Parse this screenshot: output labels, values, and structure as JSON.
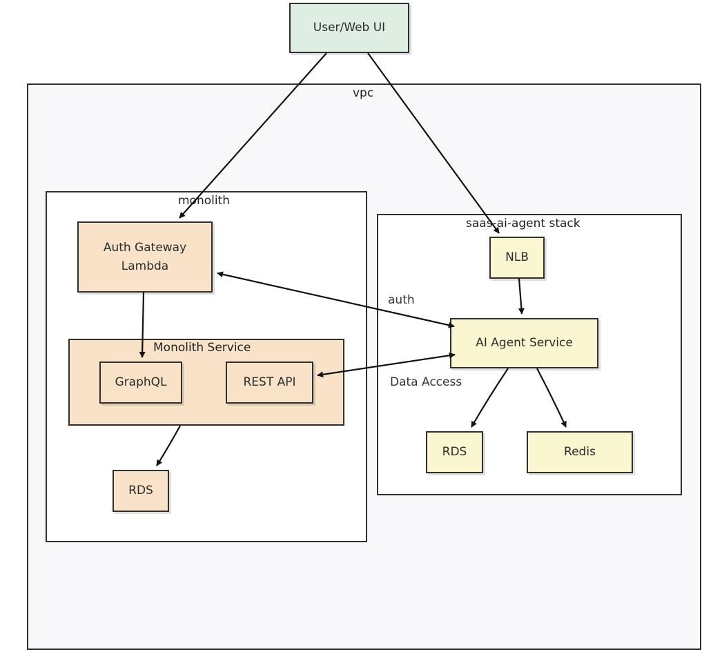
{
  "colors": {
    "vpc_fill": "#f8f8fb",
    "monolith_fill": "#f8e3c9",
    "agent_fill": "#faf6d0",
    "user_fill": "#dfeee2",
    "stroke": "#2f2f2f"
  },
  "clusters": {
    "vpc": "vpc",
    "monolith": "monolith",
    "saas_stack": "saas-ai-agent stack",
    "monolith_service": "Monolith Service"
  },
  "nodes": {
    "user_web_ui": "User/Web UI",
    "auth_gateway": "Auth Gateway\nLambda",
    "graphql": "GraphQL",
    "rest_api": "REST API",
    "monolith_rds": "RDS",
    "nlb": "NLB",
    "ai_agent_service": "AI Agent Service",
    "agent_rds": "RDS",
    "redis": "Redis"
  },
  "edges": [
    {
      "from": "user_web_ui",
      "to": "auth_gateway",
      "label": ""
    },
    {
      "from": "user_web_ui",
      "to": "nlb",
      "label": ""
    },
    {
      "from": "nlb",
      "to": "ai_agent_service",
      "label": ""
    },
    {
      "from": "auth_gateway",
      "to": "ai_agent_service",
      "label": "auth",
      "bidirectional": true
    },
    {
      "from": "rest_api",
      "to": "ai_agent_service",
      "label": "Data Access",
      "bidirectional": true
    },
    {
      "from": "auth_gateway",
      "to": "graphql",
      "label": ""
    },
    {
      "from": "monolith_service",
      "to": "monolith_rds",
      "label": ""
    },
    {
      "from": "ai_agent_service",
      "to": "agent_rds",
      "label": ""
    },
    {
      "from": "ai_agent_service",
      "to": "redis",
      "label": ""
    }
  ]
}
